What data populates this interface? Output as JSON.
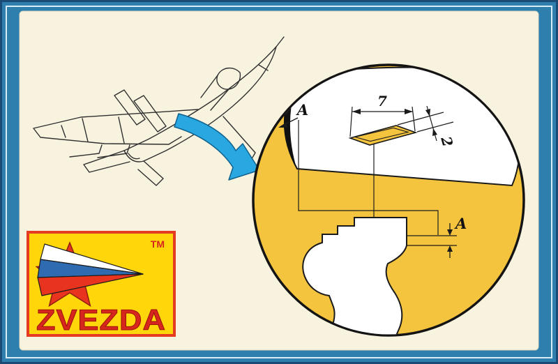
{
  "colors": {
    "frame_blue": "#2e7fae",
    "frame_edge": "#1b4a74",
    "frame_line": "#d8ecf5",
    "panel_cream": "#f8f3df",
    "ink": "#1a1a1a",
    "circle_yellow": "#f5c43e",
    "arrow_blue": "#29a7e0",
    "logo_yellow": "#ffd60a",
    "logo_border_red": "#e63b23",
    "logo_star_red": "#e8341f",
    "logo_blue": "#2f6bb0",
    "brand_red": "#d7261d"
  },
  "detail": {
    "dim_width": "7",
    "dim_depth": "2",
    "section_label_left": "A",
    "section_label_right": "A"
  },
  "logo": {
    "brand": "ZVEZDA",
    "trademark": "TM"
  }
}
